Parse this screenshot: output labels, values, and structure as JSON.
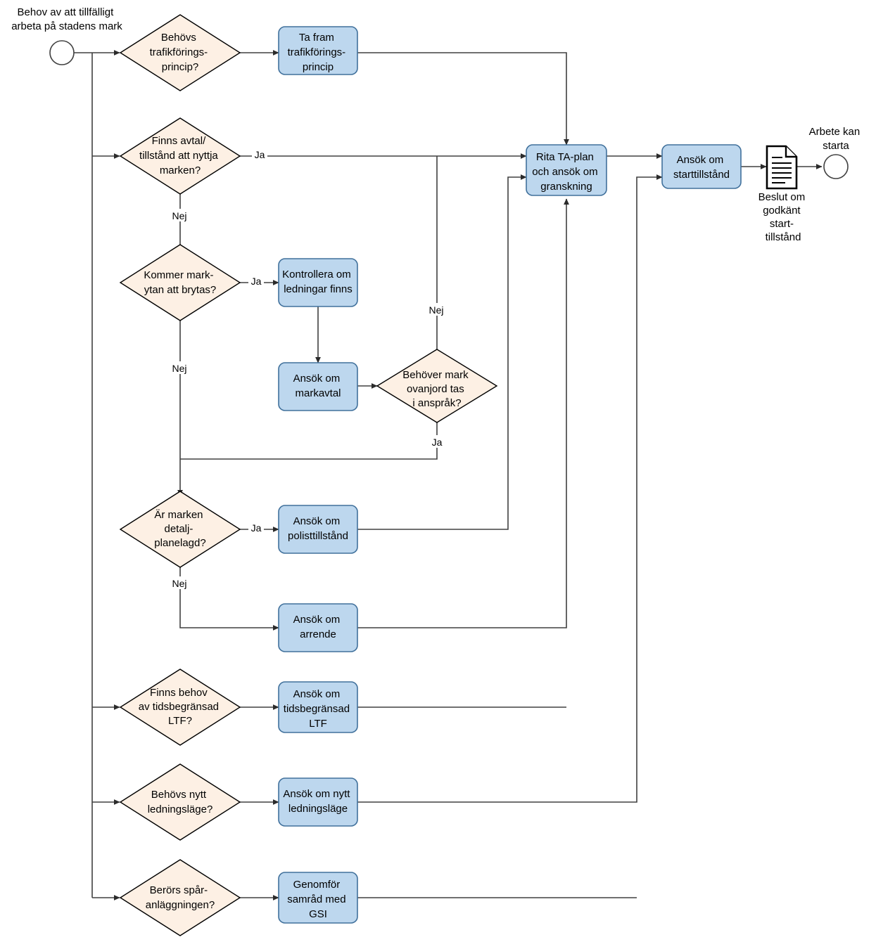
{
  "diagram": {
    "title": "Behov av att tillfälligt arbeta på stadens mark",
    "type": "flowchart",
    "colors": {
      "process_fill": "#bdd7ee",
      "process_stroke": "#41719c",
      "decision_fill": "#fdf0e4",
      "decision_stroke": "#000000",
      "line": "#404040",
      "text": "#000000",
      "background": "#ffffff"
    },
    "labels": {
      "start_caption_line1": "Behov av att tillfälligt",
      "start_caption_line2": "arbeta på stadens mark",
      "end_caption_line1": "Arbete kan",
      "end_caption_line2": "starta",
      "doc_caption_line1": "Beslut om",
      "doc_caption_line2": "godkänt",
      "doc_caption_line3": "start-",
      "doc_caption_line4": "tillstånd"
    },
    "decisions": [
      {
        "id": "d1",
        "lines": [
          "Behövs",
          "trafikförings-",
          "princip?"
        ]
      },
      {
        "id": "d2",
        "lines": [
          "Finns avtal/",
          "tillstånd att nyttja",
          "marken?"
        ]
      },
      {
        "id": "d3",
        "lines": [
          "Kommer mark-",
          "ytan att brytas?"
        ]
      },
      {
        "id": "d4",
        "lines": [
          "Behöver mark",
          "ovanjord tas",
          "i anspråk?"
        ]
      },
      {
        "id": "d5",
        "lines": [
          "Är marken",
          "detalj-",
          "planelagd?"
        ]
      },
      {
        "id": "d6",
        "lines": [
          "Finns behov",
          "av tidsbegränsad",
          "LTF?"
        ]
      },
      {
        "id": "d7",
        "lines": [
          "Behövs nytt",
          "ledningsläge?"
        ]
      },
      {
        "id": "d8",
        "lines": [
          "Berörs spår-",
          "anläggningen?"
        ]
      }
    ],
    "processes": [
      {
        "id": "p1",
        "lines": [
          "Ta fram",
          "trafikförings-",
          "princip"
        ]
      },
      {
        "id": "p2",
        "lines": [
          "Kontrollera om",
          "ledningar finns"
        ]
      },
      {
        "id": "p3",
        "lines": [
          "Ansök om",
          "markavtal"
        ]
      },
      {
        "id": "p4",
        "lines": [
          "Rita TA-plan",
          "och ansök om",
          "granskning"
        ]
      },
      {
        "id": "p5",
        "lines": [
          "Ansök om",
          "starttillstånd"
        ]
      },
      {
        "id": "p6",
        "lines": [
          "Ansök om",
          "polisttillstånd"
        ]
      },
      {
        "id": "p7",
        "lines": [
          "Ansök om",
          "arrende"
        ]
      },
      {
        "id": "p8",
        "lines": [
          "Ansök om",
          "tidsbegränsad",
          "LTF"
        ]
      },
      {
        "id": "p9",
        "lines": [
          "Ansök om nytt",
          "ledningsläge"
        ]
      },
      {
        "id": "p10",
        "lines": [
          "Genomför",
          "samråd med",
          "GSI"
        ]
      }
    ],
    "edge_labels": [
      {
        "id": "e1",
        "text": "Ja",
        "for": "finns-avtal-ja"
      },
      {
        "id": "e2",
        "text": "Nej",
        "for": "finns-avtal-nej"
      },
      {
        "id": "e3",
        "text": "Ja",
        "for": "kommer-markytan-ja"
      },
      {
        "id": "e4",
        "text": "Nej",
        "for": "kommer-markytan-nej"
      },
      {
        "id": "e5",
        "text": "Nej",
        "for": "behover-mark-nej"
      },
      {
        "id": "e6",
        "text": "Ja",
        "for": "behover-mark-ja"
      },
      {
        "id": "e7",
        "text": "Ja",
        "for": "ar-marken-ja"
      },
      {
        "id": "e8",
        "text": "Nej",
        "for": "ar-marken-nej"
      }
    ]
  }
}
